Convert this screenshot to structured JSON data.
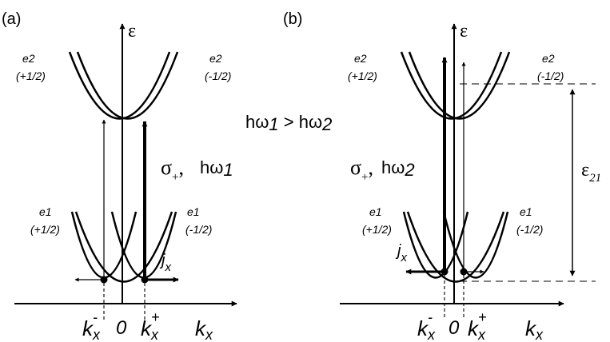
{
  "panel_a": {
    "tag": "(a)",
    "energy_axis": "ε",
    "upper_left": {
      "name": "e2",
      "spin": "(+1/2)"
    },
    "upper_right": {
      "name": "e2",
      "spin": "(-1/2)"
    },
    "lower_left": {
      "name": "e1",
      "spin": "(+1/2)"
    },
    "lower_right": {
      "name": "e1",
      "spin": "(-1/2)"
    },
    "polarization": "σ",
    "polarization_sub": "+",
    "comma": ",",
    "photon": "hω",
    "photon_sub": "1",
    "current": "j",
    "current_sub": "x",
    "k_minus": {
      "base": "k",
      "sub": "x",
      "sup": "-"
    },
    "origin": "0",
    "k_plus": {
      "base": "k",
      "sub": "x",
      "sup": "+"
    },
    "k_axis": {
      "base": "k",
      "sub": "x"
    }
  },
  "comparison": {
    "left": "hω",
    "left_sub": "1",
    "op": " > ",
    "right": "hω",
    "right_sub": "2"
  },
  "panel_b": {
    "tag": "(b)",
    "energy_axis": "ε",
    "upper_left": {
      "name": "e2",
      "spin": "(+1/2)"
    },
    "upper_right": {
      "name": "e2",
      "spin": "(-1/2)"
    },
    "lower_left": {
      "name": "e1",
      "spin": "(+1/2)"
    },
    "lower_right": {
      "name": "e1",
      "spin": "(-1/2)"
    },
    "polarization": "σ",
    "polarization_sub": "+",
    "comma": ",",
    "photon": "hω",
    "photon_sub": "2",
    "gap": "ε",
    "gap_sub": "21",
    "current": "j",
    "current_sub": "x",
    "k_minus": {
      "base": "k",
      "sub": "x",
      "sup": "-"
    },
    "origin": "0",
    "k_plus": {
      "base": "k",
      "sub": "x",
      "sup": "+"
    },
    "k_axis": {
      "base": "k",
      "sub": "x"
    }
  }
}
